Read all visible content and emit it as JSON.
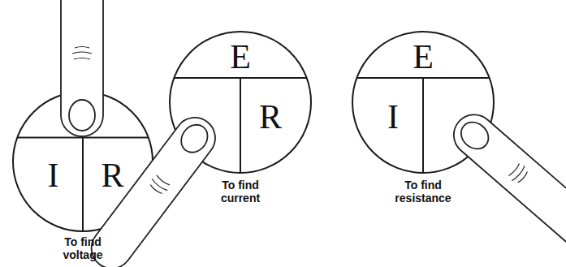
{
  "diagram": {
    "nodes": [
      {
        "text": [
          "I",
          "R"
        ]
      },
      {
        "text": [
          "E",
          "R"
        ]
      },
      {
        "text": [
          "E",
          "I"
        ]
      }
    ],
    "labels": [
      "To find voltage",
      "To find current",
      "To find resistance"
    ]
  }
}
